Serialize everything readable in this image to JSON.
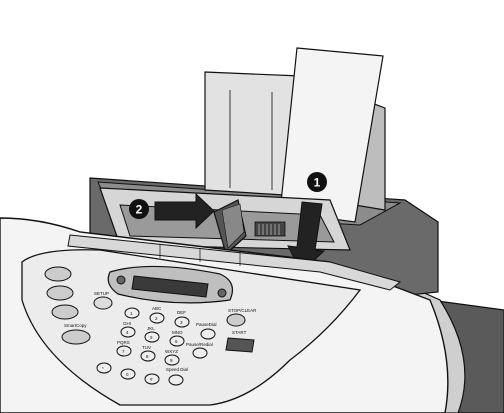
{
  "callouts": [
    {
      "id": "1",
      "label": "1"
    },
    {
      "id": "2",
      "label": "2"
    }
  ],
  "panel": {
    "setup_label": "SETUP",
    "smartcopy_label": "SmartCopy",
    "stopclear_label": "STOP/CLEAR",
    "start_label": "START",
    "pausedial_label": "PauseDial",
    "pauseredial_label": "Pause/Redial",
    "speeddial_label": "Speed Dial",
    "keypad": [
      {
        "digit": "1",
        "sub": ""
      },
      {
        "digit": "2",
        "sub": "ABC"
      },
      {
        "digit": "3",
        "sub": "DEF"
      },
      {
        "digit": "4",
        "sub": "GHI"
      },
      {
        "digit": "5",
        "sub": "JKL"
      },
      {
        "digit": "6",
        "sub": "MNO"
      },
      {
        "digit": "7",
        "sub": "PQRS"
      },
      {
        "digit": "8",
        "sub": "TUV"
      },
      {
        "digit": "9",
        "sub": "WXYZ"
      },
      {
        "digit": "*",
        "sub": ""
      },
      {
        "digit": "0",
        "sub": ""
      },
      {
        "digit": "#",
        "sub": ""
      }
    ]
  },
  "colors": {
    "outline": "#111111",
    "body_light": "#f2f2f2",
    "body_mid": "#c9c9c9",
    "body_dark": "#6e6e6e",
    "arrow_fill": "#222222",
    "paper": "#f4f4f4"
  }
}
